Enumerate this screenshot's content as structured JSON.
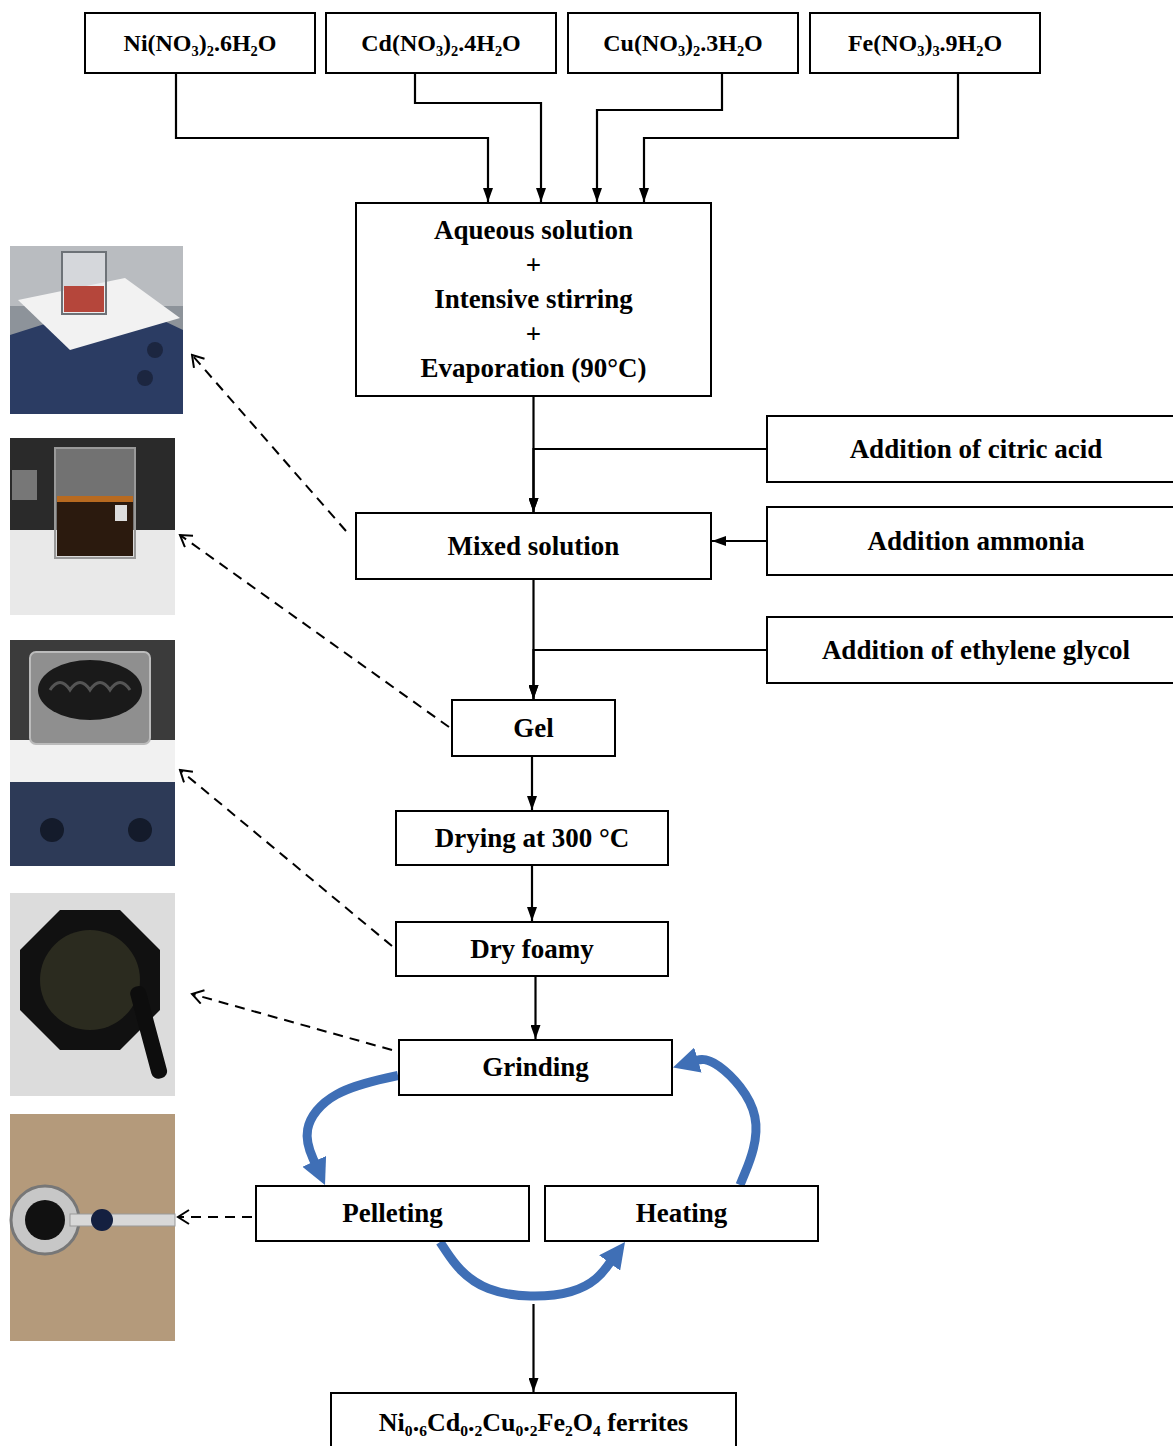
{
  "diagram": {
    "nodes": [
      {
        "text": [
          "Ni(NO₃)₂.6H₂O"
        ]
      },
      {
        "text": [
          "Cd(NO₃)₂.4H₂O"
        ]
      },
      {
        "text": [
          "Cu(NO₃)₂.3H₂O"
        ]
      },
      {
        "text": [
          "Fe(NO₃)₃.9H₂O"
        ]
      },
      {
        "text": [
          "Aqueous solution",
          "+",
          "Intensive stirring",
          "+",
          "Evaporation (90°C)"
        ]
      },
      {
        "text": [
          "Addition of citric acid"
        ]
      },
      {
        "text": [
          "Mixed solution"
        ]
      },
      {
        "text": [
          "Addition ammonia"
        ]
      },
      {
        "text": [
          "Addition of ethylene glycol"
        ]
      },
      {
        "text": [
          "Gel"
        ]
      },
      {
        "text": [
          "Drying at 300 °C"
        ]
      },
      {
        "text": [
          "Dry foamy"
        ]
      },
      {
        "text": [
          "Grinding"
        ]
      },
      {
        "text": [
          "Pelleting"
        ]
      },
      {
        "text": [
          "Heating"
        ]
      },
      {
        "text": [
          "Ni₀.₆Cd₀.₂Cu₀.₂Fe₂O₄ ferrites"
        ]
      }
    ],
    "edges": [
      {
        "from": 0,
        "to": 4,
        "arrow": "to"
      },
      {
        "from": 1,
        "to": 4,
        "arrow": "to"
      },
      {
        "from": 2,
        "to": 4,
        "arrow": "to"
      },
      {
        "from": 3,
        "to": 4,
        "arrow": "to"
      },
      {
        "from": 4,
        "to": 6,
        "arrow": "to"
      },
      {
        "from": 5,
        "to": 6,
        "arrow": "to"
      },
      {
        "from": 7,
        "to": 6,
        "arrow": "to"
      },
      {
        "from": 6,
        "to": 9,
        "arrow": "to"
      },
      {
        "from": 8,
        "to": 9,
        "arrow": "to"
      },
      {
        "from": 9,
        "to": 10,
        "arrow": "to"
      },
      {
        "from": 10,
        "to": 11,
        "arrow": "to"
      },
      {
        "from": 11,
        "to": 12,
        "arrow": "to"
      },
      {
        "from": 12,
        "to": 13,
        "arrow": "to"
      },
      {
        "from": 13,
        "to": 14,
        "arrow": "to"
      },
      {
        "from": 14,
        "to": 12,
        "arrow": "to"
      },
      {
        "from": 14,
        "to": 15,
        "arrow": "to"
      }
    ]
  }
}
